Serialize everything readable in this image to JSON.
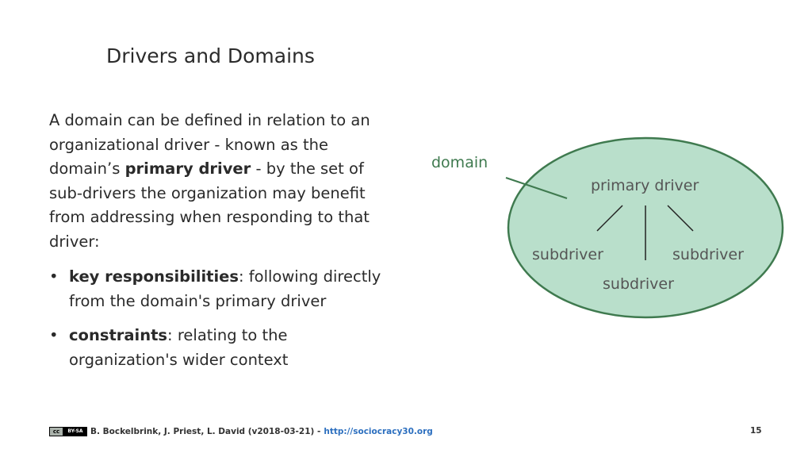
{
  "slide": {
    "title": "Drivers and Domains",
    "intro_1": "A domain can be defined in relation to an organizational driver - known as the domain’s ",
    "intro_bold": "primary driver",
    "intro_2": " - by the set of sub-drivers the organization may benefit from addressing when responding to that driver:",
    "bullets": [
      {
        "bold": "key responsibilities",
        "text": ": following directly from the domain's primary driver"
      },
      {
        "bold": "constraints",
        "text": ": relating to the organization's wider context"
      }
    ]
  },
  "diagram": {
    "domain_label": "domain",
    "primary_driver": "primary driver",
    "subdriver_left": "subdriver",
    "subdriver_right": "subdriver",
    "subdriver_bottom": "subdriver",
    "fill_color": "#b9dfcb",
    "stroke_color": "#3f7a4f",
    "label_color": "#3f7a4f"
  },
  "footer": {
    "license_badge_left": "cc",
    "license_badge_right": "BY-SA",
    "authors": "B. Bockelbrink, J. Priest, L. David (v2018-03-21) - ",
    "link": "http://sociocracy30.org",
    "page_number": "15"
  }
}
